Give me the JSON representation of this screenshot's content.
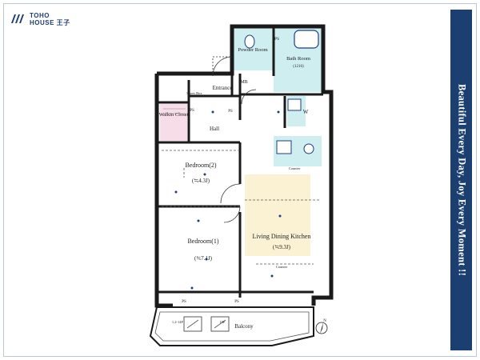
{
  "brand": {
    "line1": "TOHO",
    "line2": "HOUSE 王子",
    "accent_color": "#1c3f72"
  },
  "banner": {
    "text": "Beautiful  Every Day, Joy Every Moment !!"
  },
  "rooms": {
    "powder_room": "Powder Room",
    "bath_room": "Bath Room",
    "bath_size": "(1216)",
    "ps_top": "PS",
    "entrance": "Entrance",
    "shoes_box": "Shoes Box",
    "mb": "MB",
    "wic": "Walkin Closet",
    "hall": "Hall",
    "ps_wic": "PS",
    "ps_entrance": "PS",
    "washer": "W",
    "bedroom2": "Bedroom(2)",
    "bedroom2_size": "(≒4.3J)",
    "bedroom1": "Bedroom(1)",
    "bedroom1_size": "(≒7.1J)",
    "ldk": "Living Dining Kitchen",
    "ldk_size": "(≒9.3J)",
    "counter": "Counter",
    "counter2": "Counter",
    "balcony": "Balcony",
    "ac1": "1.2-14F",
    "ac2": "15F",
    "ps_bottom1": "PS",
    "ps_bottom2": "PS"
  },
  "compass": {
    "label": "N"
  },
  "colors": {
    "wet_area": "#cfeef0",
    "closet": "#f6dde8",
    "ldk_highlight": "#fbf1d3",
    "wall": "#1a1a1a",
    "fixture_blue": "#1a3d8a"
  }
}
